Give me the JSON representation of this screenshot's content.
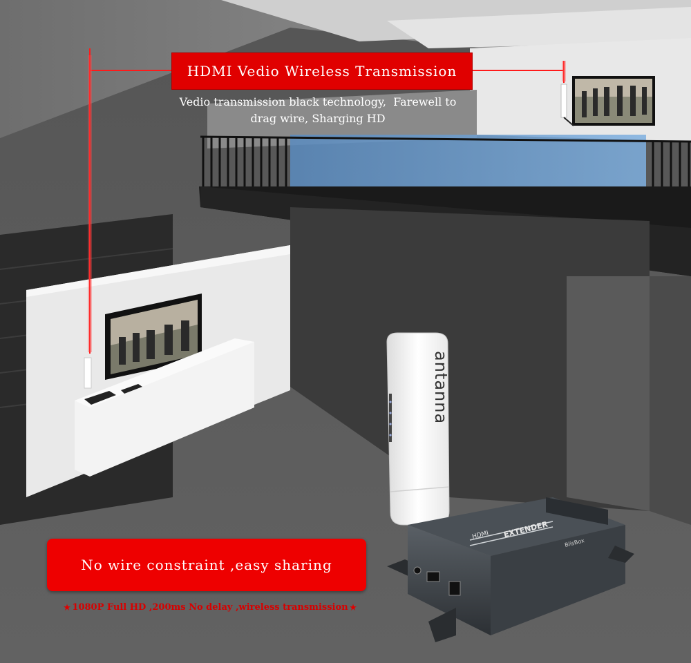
{
  "header": {
    "title": "HDMI Vedio Wireless Transmission",
    "subtitle_line1": "Vedio transmission black technology,  Farewell to",
    "subtitle_line2": "drag wire, Sharging HD"
  },
  "product": {
    "antenna_label": "antanna",
    "device_label_top": "HDMI",
    "device_label_main": "EXTENDER",
    "device_brand": "BlisBox"
  },
  "promo": {
    "headline": "No wire constraint ,easy sharing",
    "spec": "1080P Full HD ,200ms No delay ,wireless transmission",
    "star_icon": "★"
  },
  "colors": {
    "accent_red": "#e00000",
    "text_white": "#ffffff"
  }
}
